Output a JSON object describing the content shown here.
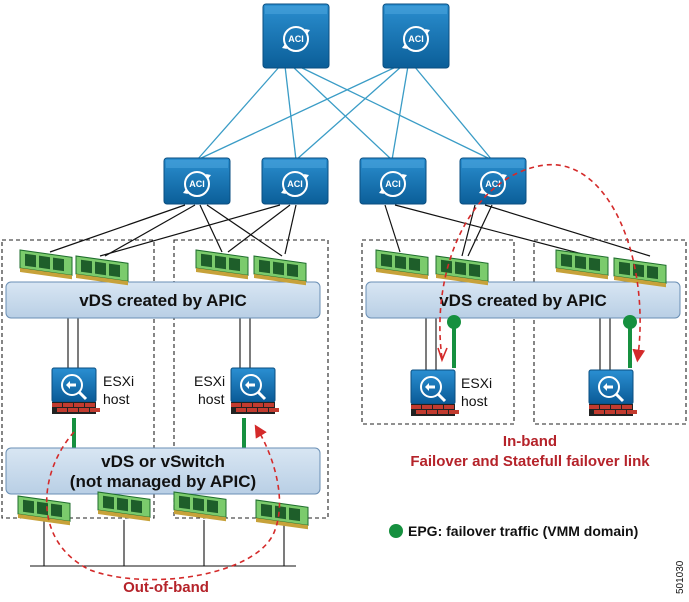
{
  "switch_label": "ACI",
  "left": {
    "vds_label": "vDS created by APIC",
    "host_label_line1": "ESXi",
    "host_label_line2": "host",
    "vswitch_line1": "vDS or vSwitch",
    "vswitch_line2": "(not managed by APIC)",
    "caption": "Out-of-band"
  },
  "right": {
    "vds_label": "vDS created by APIC",
    "host_label_line1": "ESXi",
    "host_label_line2": "host",
    "caption_line1": "In-band",
    "caption_line2": "Failover and Statefull failover link"
  },
  "legend": {
    "text": "EPG: failover traffic (VMM domain)"
  },
  "figure_id": "501030",
  "colors": {
    "switch_blue": "#0f6fb0",
    "bar_blue": "#c9dbec",
    "nic_green": "#2f9e45",
    "epg_green": "#16903f",
    "link_cyan": "#3a9cc6",
    "dashed_red": "#d42a2a",
    "caption_red": "#b5232a"
  }
}
